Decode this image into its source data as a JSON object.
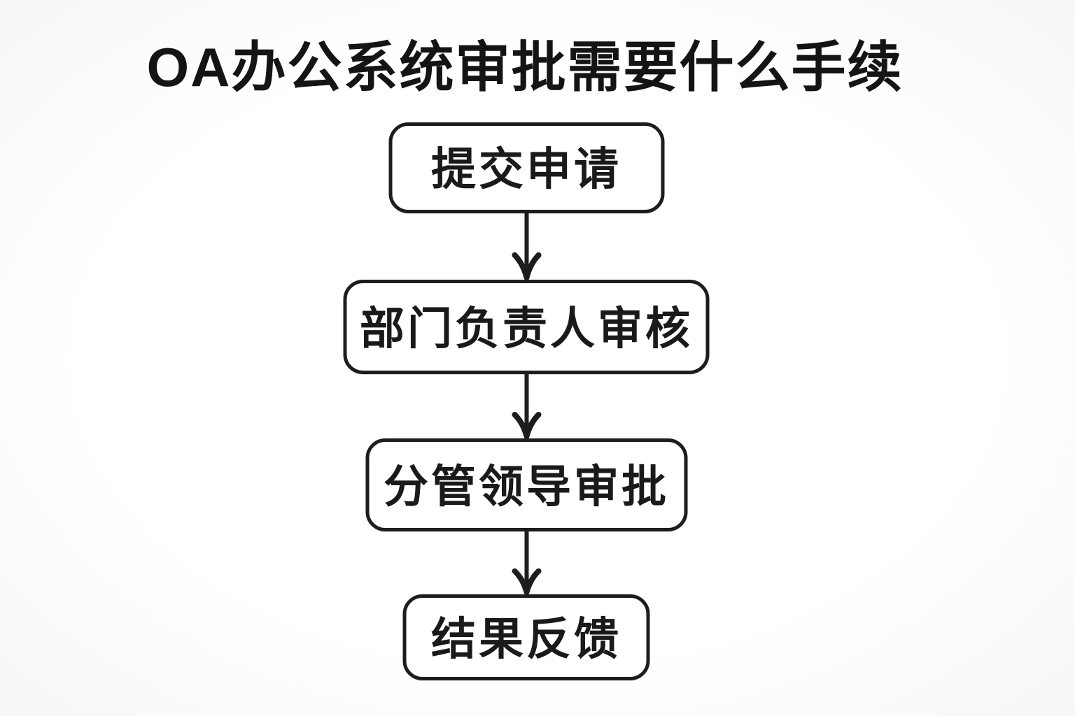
{
  "page": {
    "background_color": "#fcfcfc",
    "title": "OA办公系统审批需要什么手续"
  },
  "flowchart": {
    "type": "flow",
    "direction": "top-to-bottom",
    "connector": "arrow-down",
    "colors": {
      "box_border": "#1d1d1d",
      "box_fill": "#ffffff",
      "text": "#1a1a1a",
      "arrow": "#1d1d1d"
    },
    "steps": [
      {
        "id": "submit",
        "label": "提交申请"
      },
      {
        "id": "department-head-review",
        "label": "部门负责人审核"
      },
      {
        "id": "leader-approval",
        "label": "分管领导审批"
      },
      {
        "id": "result-feedback",
        "label": "结果反馈"
      }
    ]
  }
}
